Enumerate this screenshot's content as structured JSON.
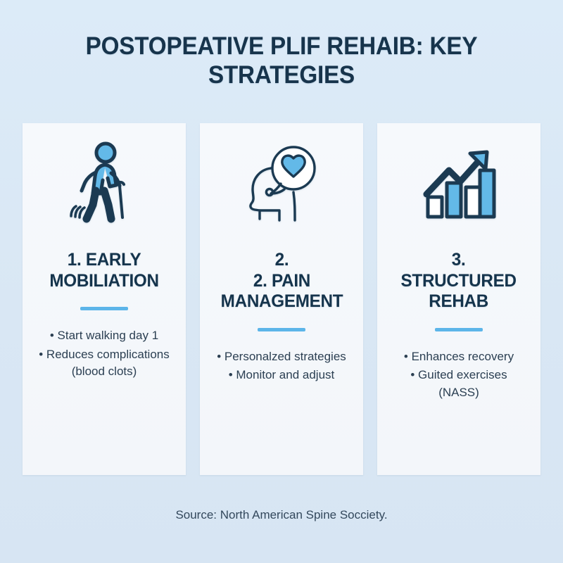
{
  "page": {
    "title": "POSTOPEATIVE PLIF REHAIB: KEY STRATEGIES",
    "background_color": "#dbe8f6",
    "title_color": "#17344c",
    "accent_color": "#5cb5e9",
    "card_background": "#f4f7fb",
    "icon_outline_color": "#1b3a52"
  },
  "cards": [
    {
      "icon": "walking-person-with-cane-icon",
      "heading_lines": [
        "1. EARLY",
        "MOBILIATION"
      ],
      "bullets": [
        "• Start walking day 1",
        "• Reduces complications\n(blood clots)"
      ]
    },
    {
      "icon": "head-with-heart-thought-bubble-icon",
      "heading_lines": [
        "2.",
        "2. PAIN",
        "MANAGEMENT"
      ],
      "bullets": [
        "• Personalzed strategies",
        "• Monitor and adjust"
      ]
    },
    {
      "icon": "growth-bar-chart-arrow-icon",
      "heading_lines": [
        "3.",
        "STRUCTURED",
        "REHAB"
      ],
      "bullets": [
        "• Enhances recovery",
        "• Guited exercises\n(NASS)"
      ]
    }
  ],
  "footer": {
    "source": "Source: North American Spine Socciety."
  }
}
